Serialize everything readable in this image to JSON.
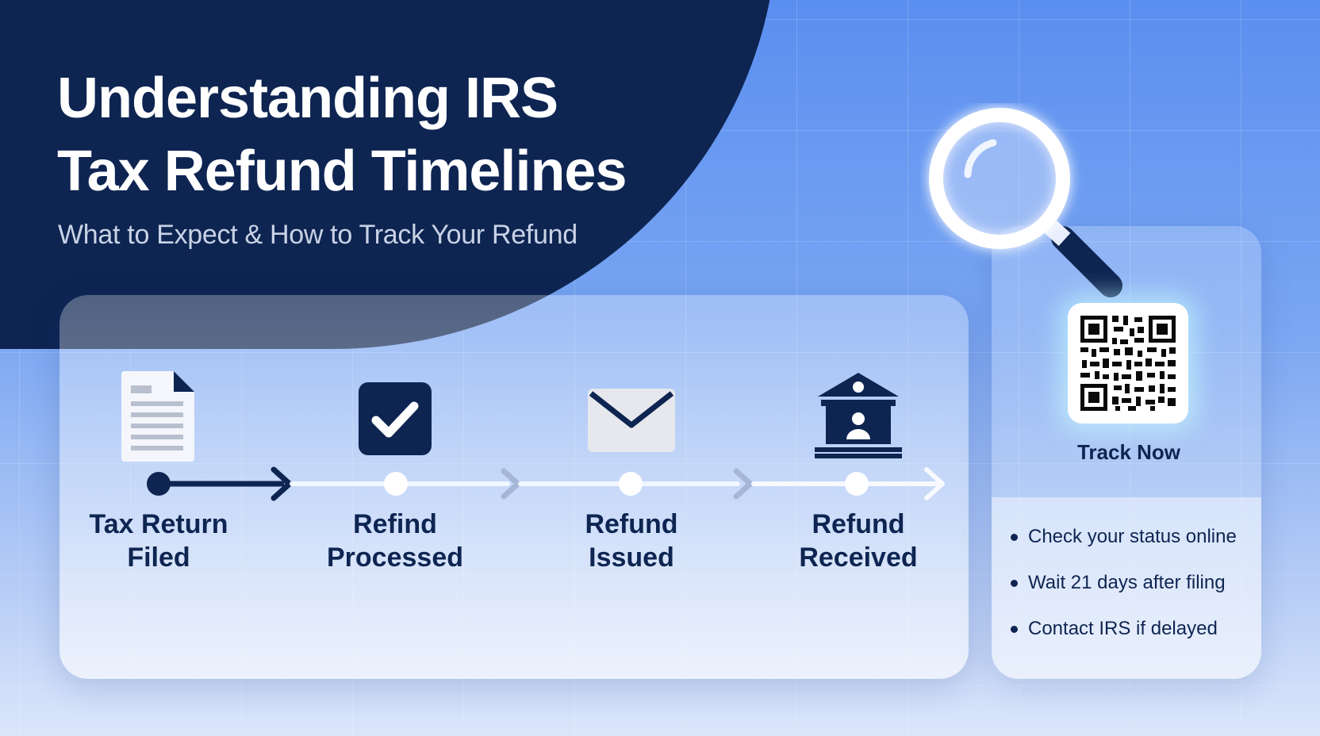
{
  "header": {
    "title_line1": "Understanding IRS",
    "title_line2": "Tax Refund Timelines",
    "subtitle": "What to Expect & How to Track Your Refund"
  },
  "timeline": {
    "steps": [
      {
        "label_line1": "Tax Return",
        "label_line2": "Filed",
        "icon": "document-icon"
      },
      {
        "label_line1": "Refind",
        "label_line2": "Processed",
        "icon": "checkmark-icon"
      },
      {
        "label_line1": "Refund",
        "label_line2": "Issued",
        "icon": "envelope-icon"
      },
      {
        "label_line1": "Refund",
        "label_line2": "Received",
        "icon": "bank-icon"
      }
    ]
  },
  "tracker": {
    "label": "Track Now",
    "icons": [
      "magnifier-icon",
      "qr-code-icon"
    ]
  },
  "tips": [
    "Check your status online",
    "Wait 21 days after filing",
    "Contact IRS if delayed"
  ],
  "colors": {
    "navy": "#0e2552",
    "background_blue": "#5a8ff0",
    "white": "#ffffff"
  }
}
